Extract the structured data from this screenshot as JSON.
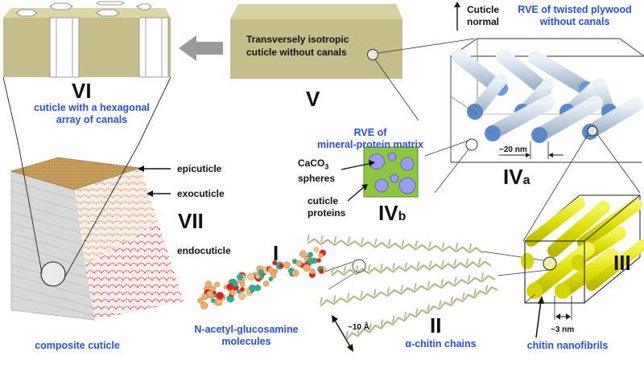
{
  "figure": {
    "title": "Hierarchical structure of crustacean cuticle",
    "colors": {
      "label_blue": "#2a4fd6",
      "cuticle_tan": "#c4be8a",
      "cuticle_top": "#dcd7a6",
      "plywood_fiber": "#c9d8e6",
      "plywood_end": "#6a98d8",
      "mineral_green": "#8dc63f",
      "sphere_purple": "#9a9cf0",
      "nanofibril_yellow": "#e0e000",
      "epicuticle_brown": "#c49a5a",
      "exo_orange": "#e8905a",
      "endo_red": "#e03a3a",
      "arrow_gray": "#9a9a9a",
      "chitin_chain": "#b8b48a"
    }
  },
  "levels": {
    "I": {
      "numeral": "I",
      "caption_line1": "N-acetyl-glucosamine",
      "caption_line2": "molecules"
    },
    "II": {
      "numeral": "II",
      "caption": "α-chitin chains",
      "dimension": "~10 Å"
    },
    "III": {
      "numeral": "III",
      "caption": "chitin nanofibrils",
      "dimension": "~3 nm"
    },
    "IVa": {
      "numeral": "IV",
      "subscript": "a",
      "caption_line1": "RVE of twisted plywood",
      "caption_line2": "without canals",
      "dimension": "~20 nm",
      "axis_label_line1": "Cuticle",
      "axis_label_line2": "normal"
    },
    "IVb": {
      "numeral": "IV",
      "subscript": "b",
      "caption_line1": "RVE of",
      "caption_line2": "mineral-protein matrix",
      "spheres_label_main": "CaCO",
      "spheres_label_sub": "3",
      "spheres_label_line2": "spheres",
      "proteins_label_line1": "cuticle",
      "proteins_label_line2": "proteins"
    },
    "V": {
      "numeral": "V",
      "box_text_line1": "Transversely isotropic",
      "box_text_line2": "cuticle without canals"
    },
    "VI": {
      "numeral": "VI",
      "caption_line1": "cuticle with a hexagonal",
      "caption_line2": "array of canals"
    },
    "VII": {
      "numeral": "VII",
      "caption": "composite cuticle",
      "layers": [
        "epicuticle",
        "exocuticle",
        "endocuticle"
      ]
    }
  }
}
